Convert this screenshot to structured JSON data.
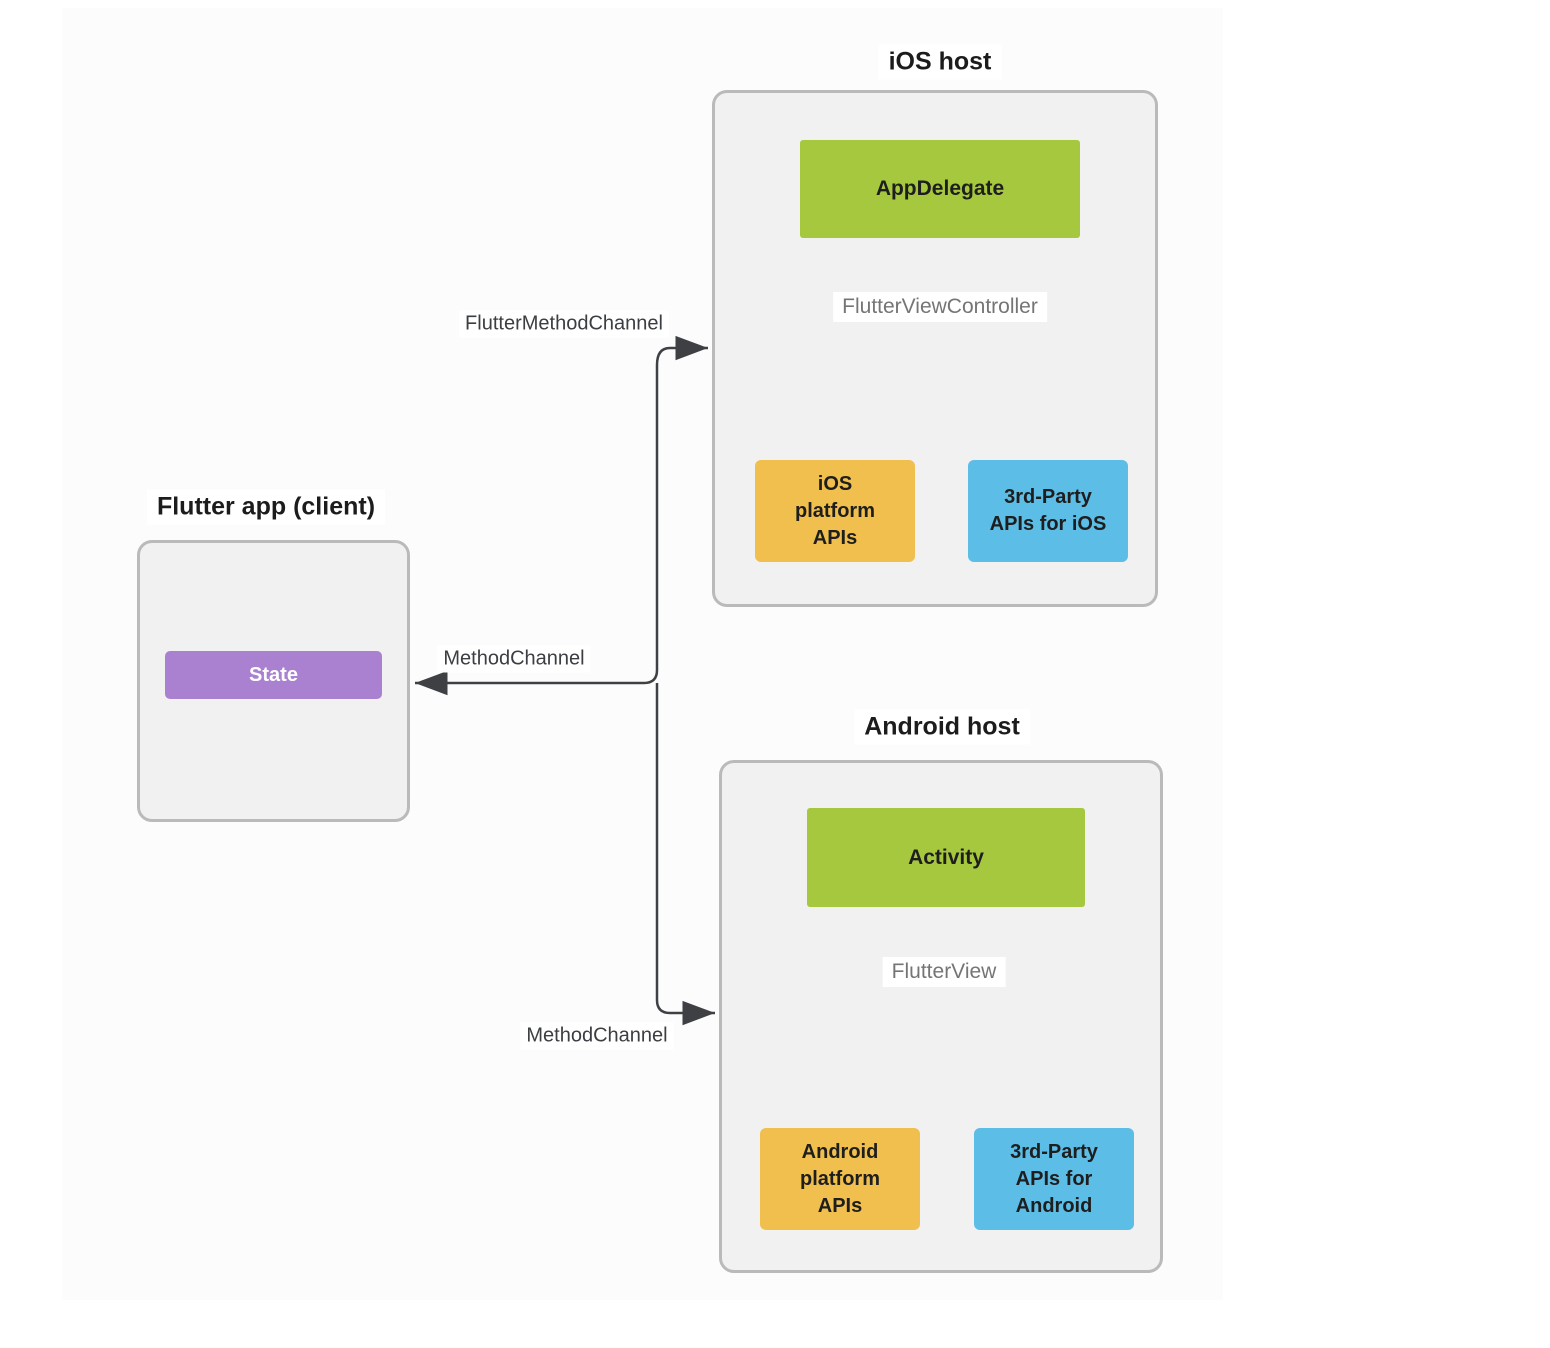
{
  "colors": {
    "green": "#a6c83e",
    "orange": "#f0bf4d",
    "blue": "#5cbde6",
    "purple": "#aa80d1",
    "container_fill": "#f1f1f2",
    "container_border": "#bababa",
    "line": "#3e4043",
    "label_gray": "#757575",
    "panel_bg": "#fcfcfc"
  },
  "flutter_app": {
    "title": "Flutter app (client)",
    "state": "State"
  },
  "ios_host": {
    "title": "iOS host",
    "root_node": "AppDelegate",
    "view_label": "FlutterViewController",
    "platform_apis": "iOS\nplatform\nAPIs",
    "third_party_apis": "3rd-Party\nAPIs for iOS"
  },
  "android_host": {
    "title": "Android host",
    "root_node": "Activity",
    "view_label": "FlutterView",
    "platform_apis": "Android\nplatform\nAPIs",
    "third_party_apis": "3rd-Party\nAPIs for\nAndroid"
  },
  "edges": {
    "flutter_method_channel": "FlutterMethodChannel",
    "method_channel_to_flutter": "MethodChannel",
    "method_channel_to_android": "MethodChannel"
  }
}
